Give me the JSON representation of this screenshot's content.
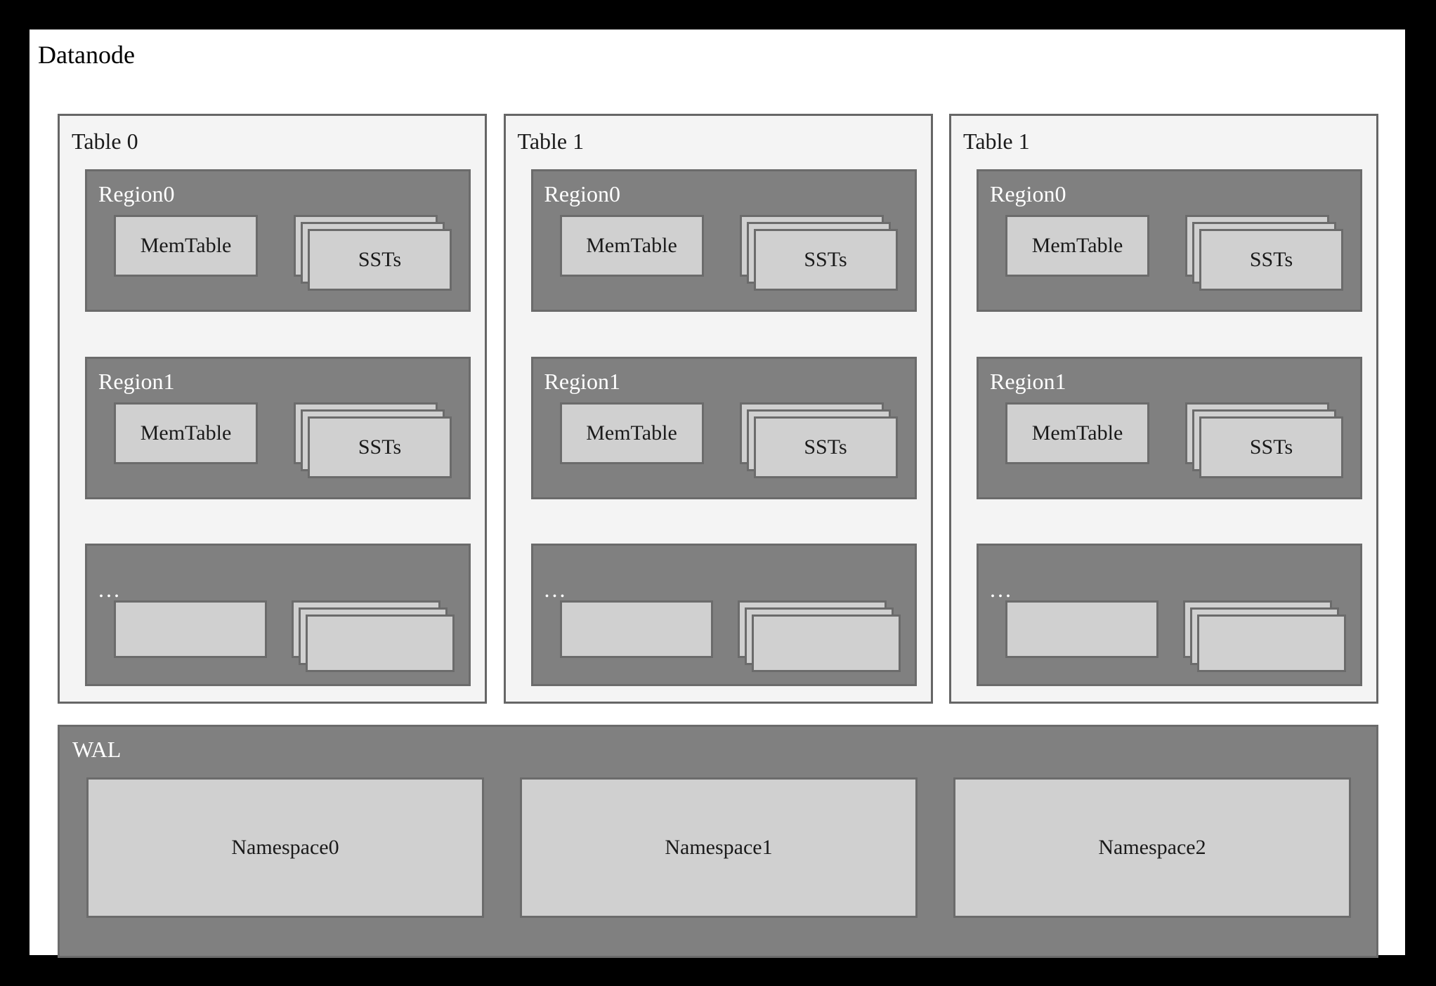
{
  "diagram": {
    "title": "Datanode",
    "colors": {
      "frame": "#000000",
      "canvas": "#ffffff",
      "table_fill": "#f4f4f4",
      "region_fill": "#808080",
      "box_fill": "#d0d0d0",
      "border": "#6b6b6b",
      "label_dark": "#1a1a1a",
      "label_light": "#ffffff"
    }
  },
  "tables": [
    {
      "title": "Table 0",
      "regions": [
        {
          "label": "Region0",
          "memtable": "MemTable",
          "ssts": "SSTs",
          "stack_count": 3
        },
        {
          "label": "Region1",
          "memtable": "MemTable",
          "ssts": "SSTs",
          "stack_count": 3
        },
        {
          "label": "...",
          "memtable": "",
          "ssts": "",
          "stack_count": 3
        }
      ]
    },
    {
      "title": "Table 1",
      "regions": [
        {
          "label": "Region0",
          "memtable": "MemTable",
          "ssts": "SSTs",
          "stack_count": 3
        },
        {
          "label": "Region1",
          "memtable": "MemTable",
          "ssts": "SSTs",
          "stack_count": 3
        },
        {
          "label": "...",
          "memtable": "",
          "ssts": "",
          "stack_count": 3
        }
      ]
    },
    {
      "title": "Table 1",
      "regions": [
        {
          "label": "Region0",
          "memtable": "MemTable",
          "ssts": "SSTs",
          "stack_count": 3
        },
        {
          "label": "Region1",
          "memtable": "MemTable",
          "ssts": "SSTs",
          "stack_count": 3
        },
        {
          "label": "...",
          "memtable": "",
          "ssts": "",
          "stack_count": 3
        }
      ]
    }
  ],
  "wal": {
    "label": "WAL",
    "namespaces": [
      "Namespace0",
      "Namespace1",
      "Namespace2"
    ]
  }
}
